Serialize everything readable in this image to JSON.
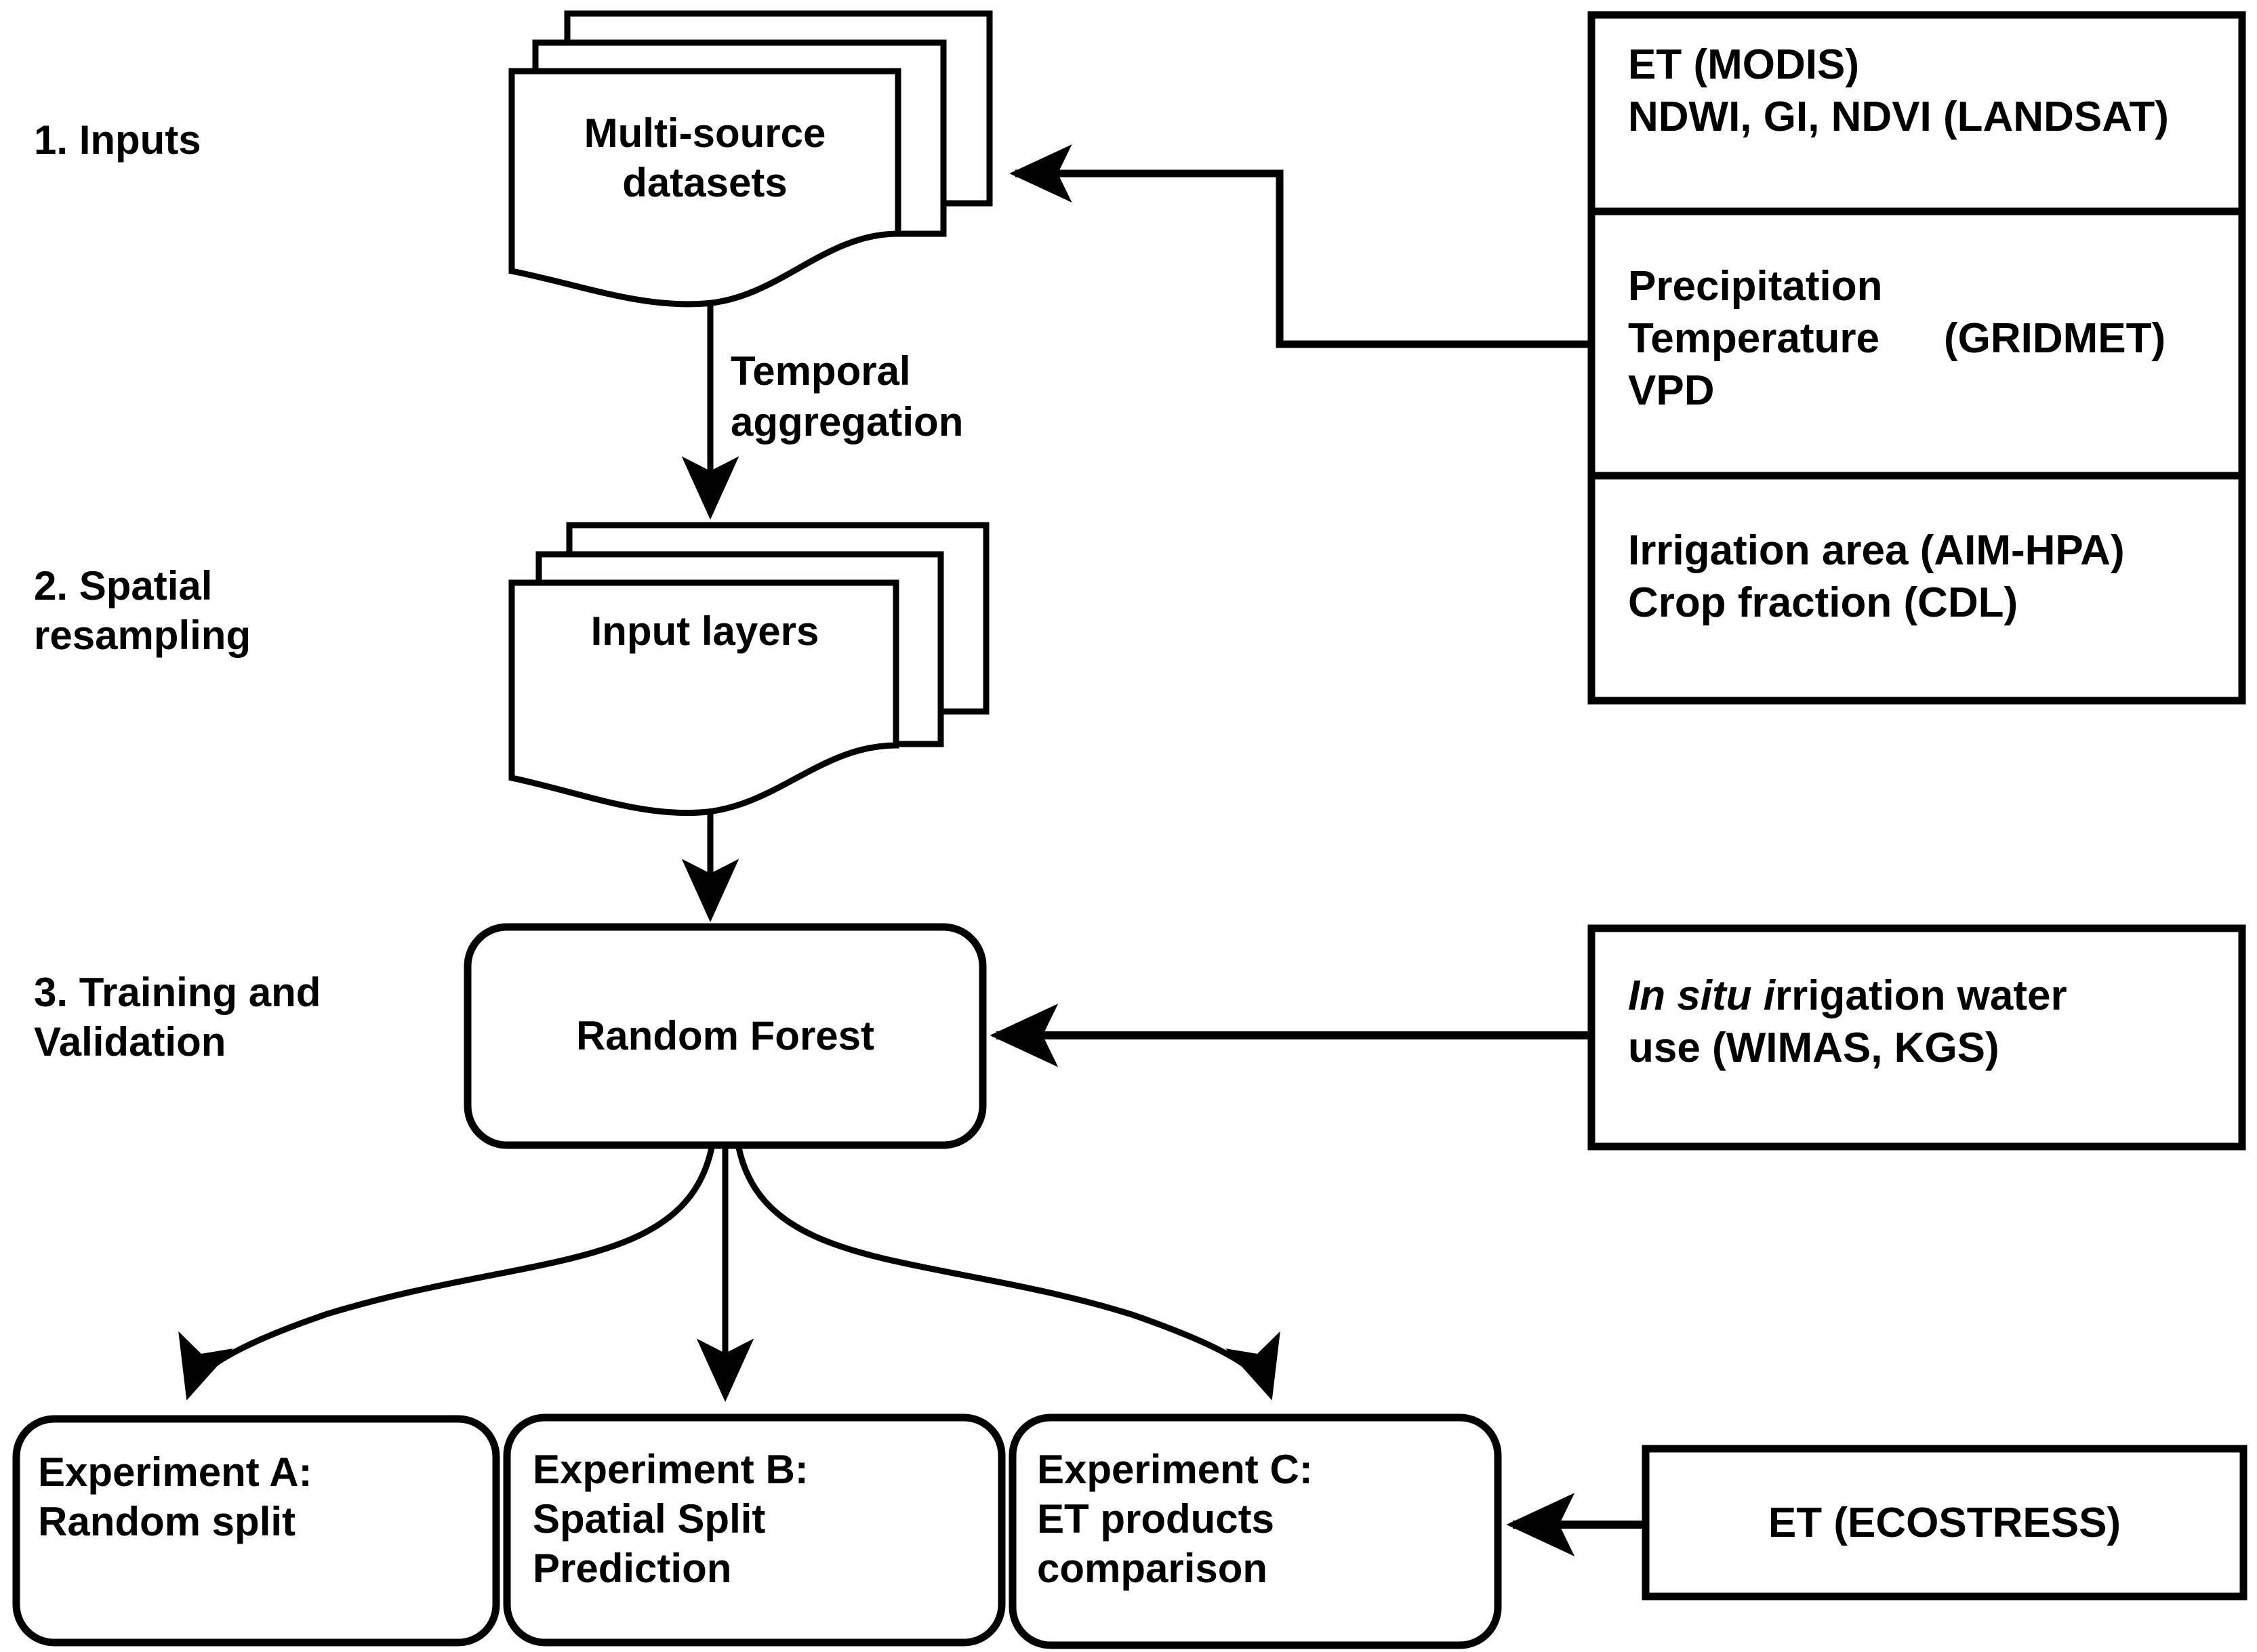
{
  "figure": {
    "type": "workflow-flowchart",
    "background_color": "#ffffff",
    "stroke_color": "#000000"
  },
  "stages": [
    {
      "id": "inputs",
      "label": "1. Inputs"
    },
    {
      "id": "spatial-resampling",
      "label": "2. Spatial\nresampling"
    },
    {
      "id": "training-validation",
      "label": "3. Training and\nValidation"
    }
  ],
  "nodes": {
    "multi_source_datasets": {
      "label": "Multi-source\ndatasets",
      "shape": "stacked-documents"
    },
    "input_layers": {
      "label": "Input layers",
      "shape": "stacked-documents"
    },
    "random_forest": {
      "label": "Random Forest",
      "shape": "rounded-rectangle"
    },
    "experiment_a": {
      "label": "Experiment A:\nRandom split",
      "shape": "rounded-rectangle"
    },
    "experiment_b": {
      "label": "Experiment B:\nSpatial Split\nPrediction",
      "shape": "rounded-rectangle"
    },
    "experiment_c": {
      "label": "Experiment C:\nET products\ncomparison",
      "shape": "rounded-rectangle"
    }
  },
  "data_sources": [
    {
      "id": "remote-sensing",
      "line1": "ET (MODIS)",
      "line2": "NDWI, GI, NDVI (LANDSAT)"
    },
    {
      "id": "climate",
      "variables": "Precipitation\nTemperature\nVPD",
      "product": "(GRIDMET)"
    },
    {
      "id": "land-cover",
      "line1": "Irrigation area (AIM-HPA)",
      "line2": "Crop fraction (CDL)"
    }
  ],
  "validation_source": {
    "id": "in-situ",
    "italic_part": "In situ i",
    "rest": "rrigation water\nuse (WIMAS, KGS)"
  },
  "comparison_source": {
    "id": "ecostress",
    "label": "ET (ECOSTRESS)"
  },
  "edges": [
    {
      "id": "temporal-aggregation",
      "label": "Temporal\naggregation",
      "from": "multi_source_datasets",
      "to": "input_layers"
    },
    {
      "id": "resample-to-rf",
      "label": "",
      "from": "input_layers",
      "to": "random_forest"
    },
    {
      "id": "sources-to-datasets",
      "label": "",
      "from": "data_sources",
      "to": "multi_source_datasets"
    },
    {
      "id": "insitu-to-rf",
      "label": "",
      "from": "validation_source",
      "to": "random_forest"
    },
    {
      "id": "rf-to-expa",
      "label": "",
      "from": "random_forest",
      "to": "experiment_a"
    },
    {
      "id": "rf-to-expb",
      "label": "",
      "from": "random_forest",
      "to": "experiment_b"
    },
    {
      "id": "rf-to-expc",
      "label": "",
      "from": "random_forest",
      "to": "experiment_c"
    },
    {
      "id": "ecostress-to-expc",
      "label": "",
      "from": "comparison_source",
      "to": "experiment_c"
    }
  ]
}
